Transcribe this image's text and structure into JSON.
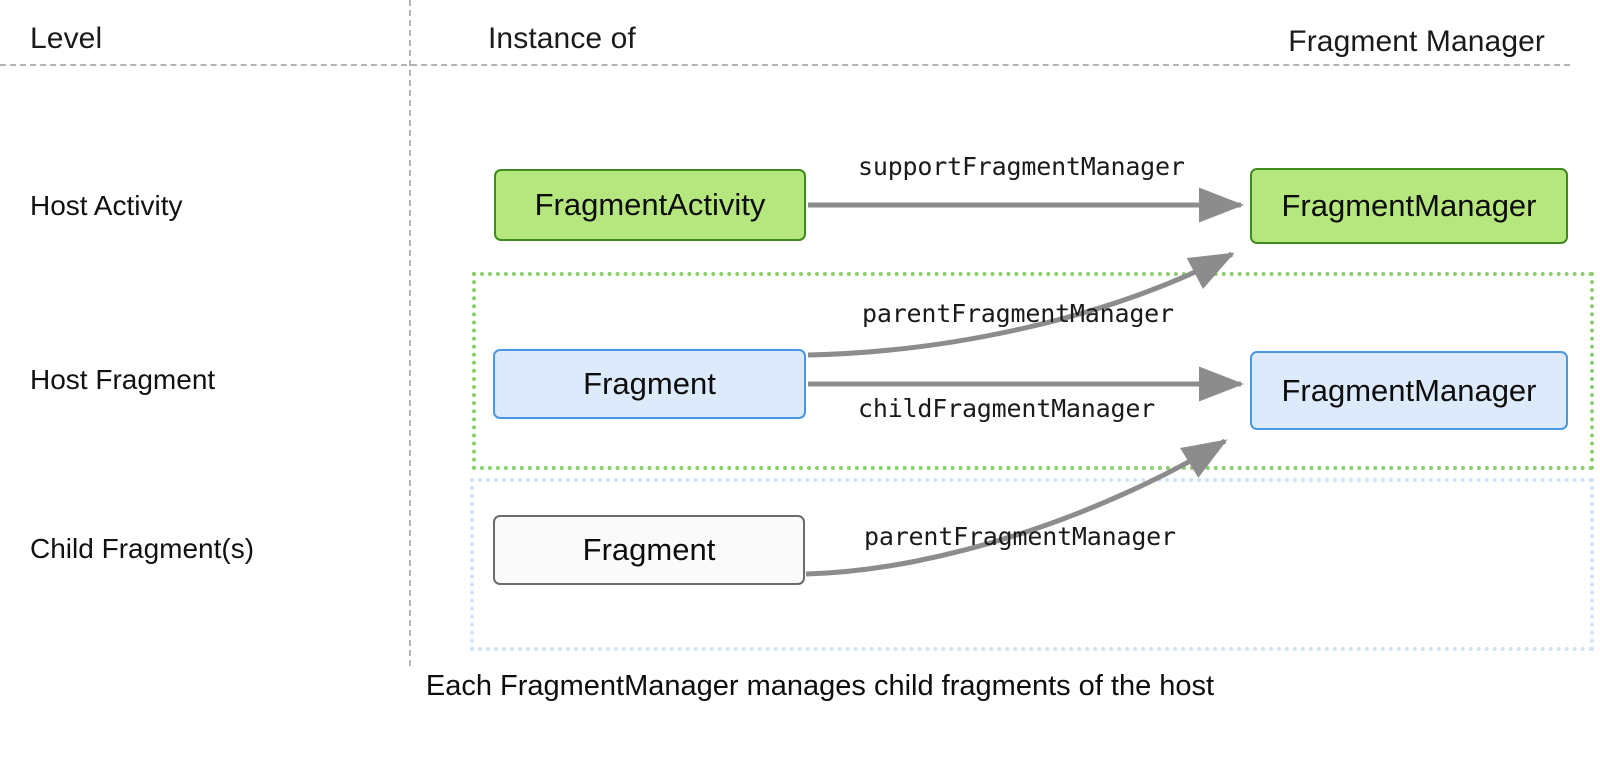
{
  "header": {
    "col_level": "Level",
    "col_instance": "Instance of",
    "col_manager": "Fragment Manager"
  },
  "rows": [
    {
      "label": "Host Activity"
    },
    {
      "label": "Host Fragment"
    },
    {
      "label": "Child Fragment(s)"
    }
  ],
  "nodes": {
    "fragment_activity": "FragmentActivity",
    "activity_manager": "FragmentManager",
    "host_fragment": "Fragment",
    "fragment_manager": "FragmentManager",
    "child_fragment": "Fragment"
  },
  "edges": [
    {
      "label": "supportFragmentManager",
      "from": "fragment_activity",
      "to": "activity_manager"
    },
    {
      "label": "parentFragmentManager",
      "from": "host_fragment",
      "to": "activity_manager"
    },
    {
      "label": "childFragmentManager",
      "from": "host_fragment",
      "to": "fragment_manager"
    },
    {
      "label": "parentFragmentManager",
      "from": "child_fragment",
      "to": "fragment_manager"
    }
  ],
  "groups": {
    "host_fragment_scope": "host-fragment-scope",
    "child_fragment_scope": "child-fragment-scope"
  },
  "caption": "Each FragmentManager manages child fragments of the host",
  "colors": {
    "activity_fill": "#b6e77f",
    "activity_stroke": "#3f8c1e",
    "fragment_fill": "#ddeafb",
    "fragment_stroke": "#4a98e0",
    "child_fill": "#fafafa",
    "child_stroke": "#6b6b6b",
    "group_green": "#8bcf6a",
    "group_blue": "#cfe2f7",
    "arrow": "#8c8c8c",
    "divider": "#b3b3b3"
  }
}
